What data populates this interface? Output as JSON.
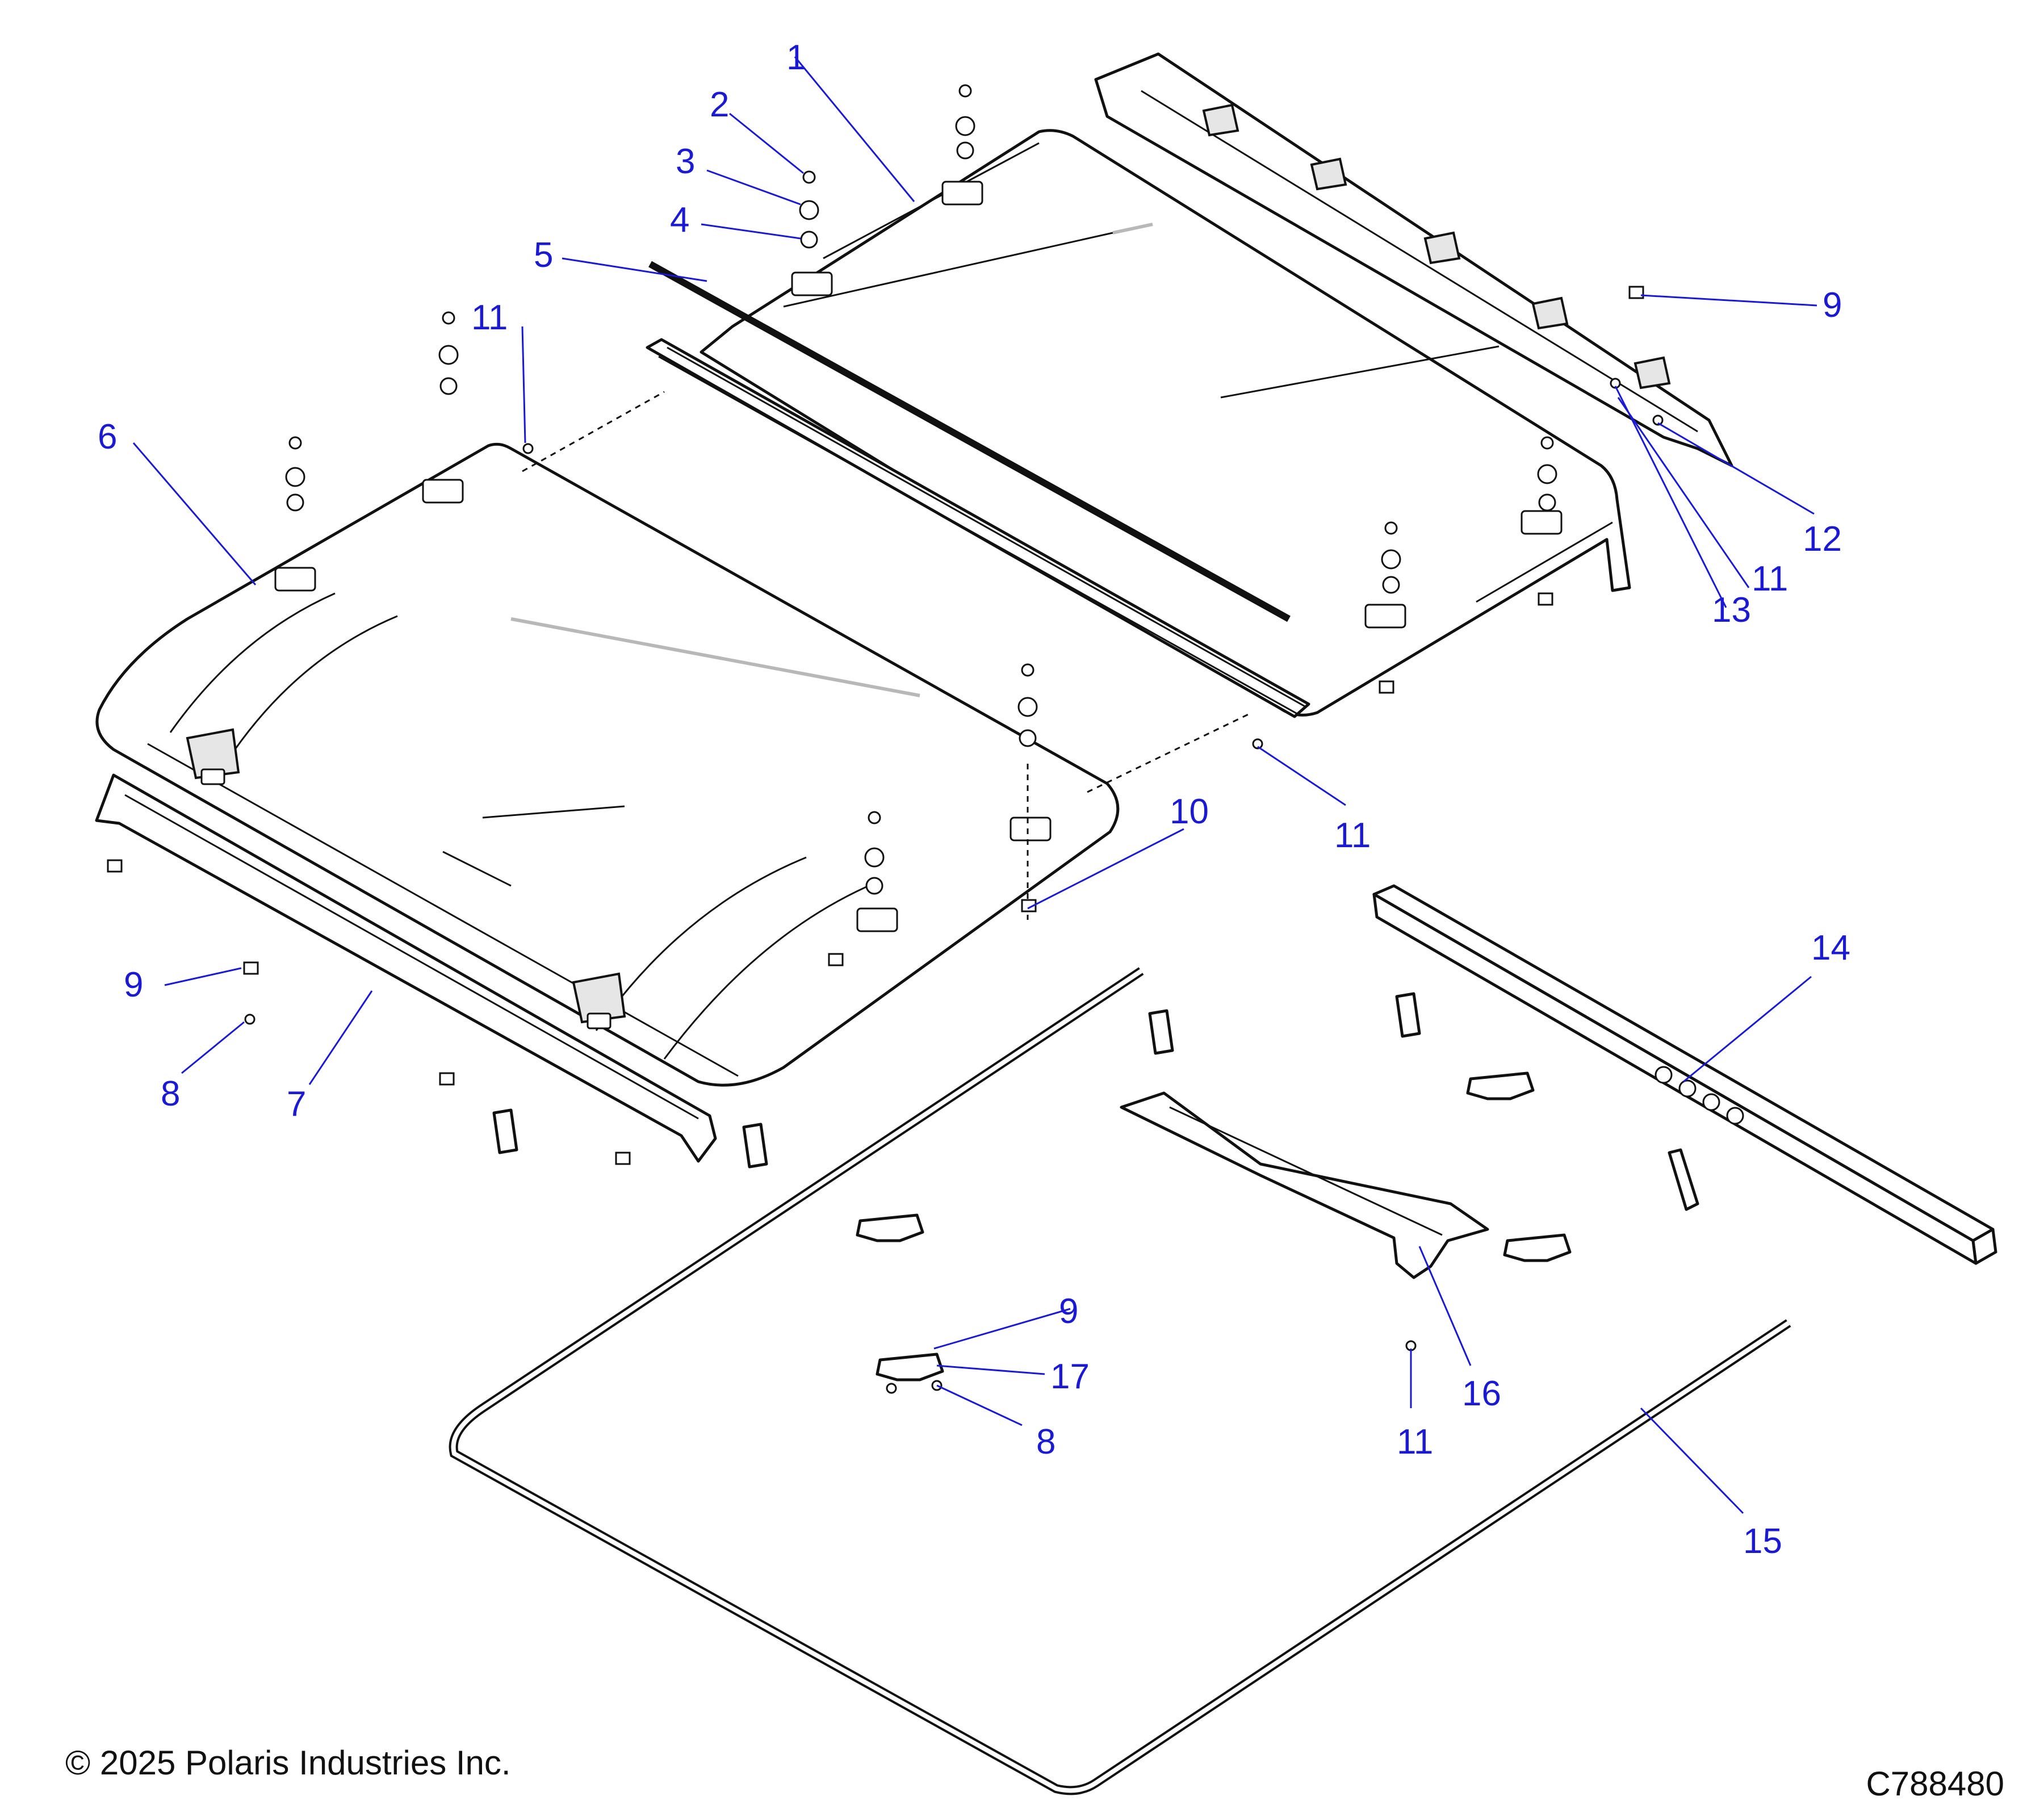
{
  "diagram": {
    "callouts": [
      "1",
      "2",
      "3",
      "4",
      "5",
      "11",
      "6",
      "9",
      "12",
      "11",
      "13",
      "10",
      "11",
      "14",
      "9",
      "8",
      "7",
      "9",
      "17",
      "8",
      "16",
      "11",
      "15"
    ],
    "copyright": "© 2025 Polaris Industries Inc.",
    "figure_id": "C788480"
  }
}
